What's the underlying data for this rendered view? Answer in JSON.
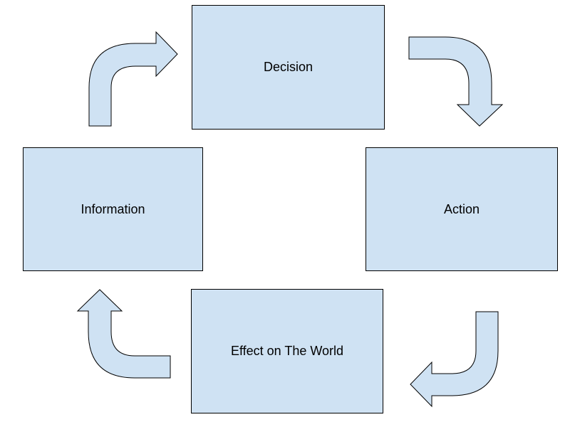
{
  "diagram": {
    "nodes": [
      {
        "id": "decision",
        "label": "Decision"
      },
      {
        "id": "action",
        "label": "Action"
      },
      {
        "id": "effect",
        "label": "Effect on The World"
      },
      {
        "id": "information",
        "label": "Information"
      }
    ],
    "edges": [
      {
        "from": "information",
        "to": "decision"
      },
      {
        "from": "decision",
        "to": "action"
      },
      {
        "from": "action",
        "to": "effect"
      },
      {
        "from": "effect",
        "to": "information"
      }
    ],
    "colors": {
      "box_fill": "#cfe2f3",
      "stroke": "#000000",
      "background": "#ffffff"
    }
  }
}
